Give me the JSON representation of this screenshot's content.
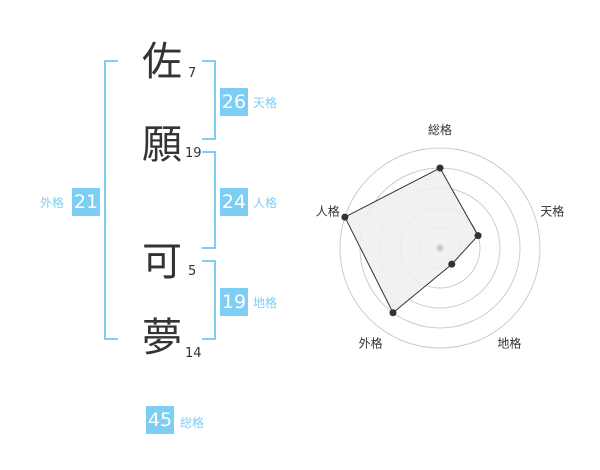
{
  "name": {
    "chars": [
      {
        "char": "佐",
        "strokes": "7"
      },
      {
        "char": "願",
        "strokes": "19"
      },
      {
        "char": "可",
        "strokes": "5"
      },
      {
        "char": "夢",
        "strokes": "14"
      }
    ]
  },
  "fortunes": {
    "tenkaku": {
      "value": "26",
      "label": "天格"
    },
    "jinkaku": {
      "value": "24",
      "label": "人格"
    },
    "chikaku": {
      "value": "19",
      "label": "地格"
    },
    "gaikaku": {
      "value": "21",
      "label": "外格"
    },
    "soukaku": {
      "value": "45",
      "label": "総格"
    }
  },
  "radar": {
    "axes": [
      "総格",
      "天格",
      "地格",
      "外格",
      "人格"
    ],
    "values": [
      4,
      2,
      1,
      4,
      5
    ],
    "max": 5,
    "colors": {
      "ring": "#cccccc",
      "fill": "#efefef",
      "stroke": "#333333",
      "point": "#333333",
      "center": "#cccccc"
    }
  },
  "colors": {
    "accent": "#7ecef4"
  }
}
